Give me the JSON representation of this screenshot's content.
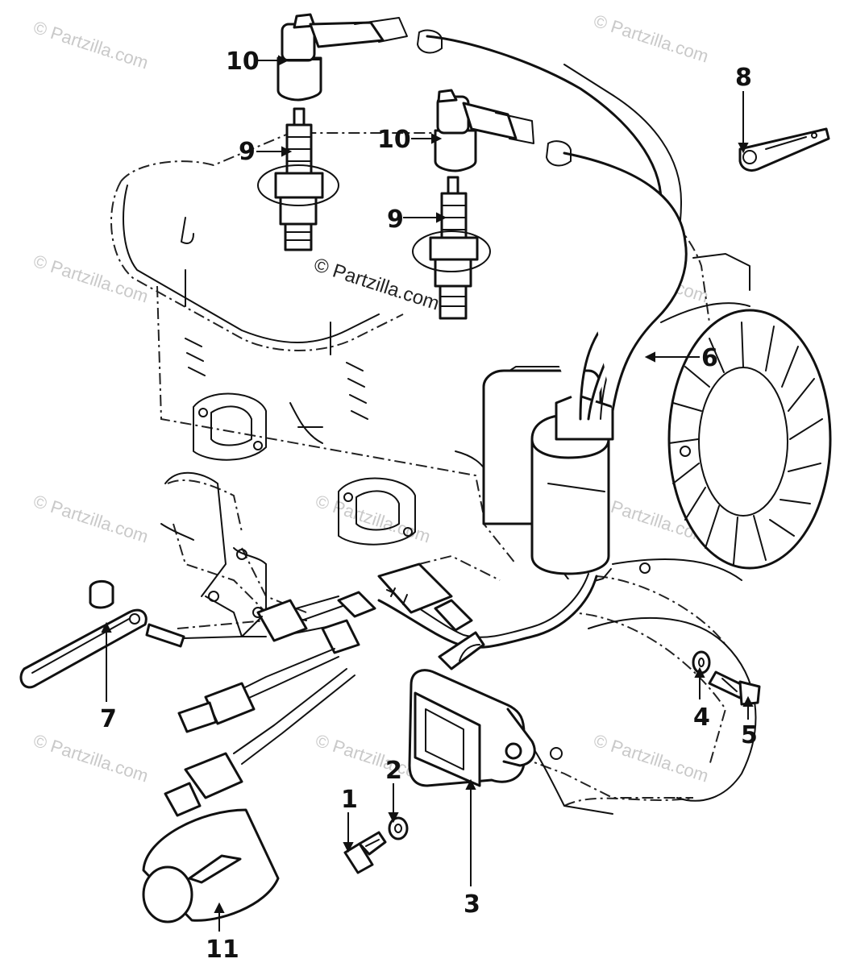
{
  "watermarks": {
    "text": "© Partzilla.com"
  },
  "callouts": {
    "c1": "1",
    "c2": "2",
    "c3": "3",
    "c4": "4",
    "c5": "5",
    "c6": "6",
    "c7": "7",
    "c8": "8",
    "c9a": "9",
    "c9b": "9",
    "c10a": "10",
    "c10b": "10",
    "c11": "11"
  },
  "colors": {
    "line": "#111111",
    "background": "#ffffff",
    "watermark": "#c9c9c9"
  }
}
